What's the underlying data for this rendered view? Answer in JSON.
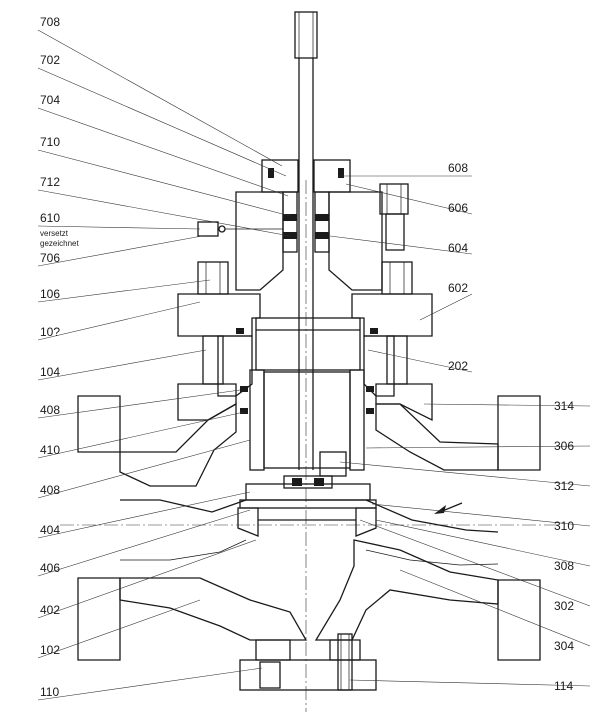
{
  "labels_left": {
    "l708": "708",
    "l702": "702",
    "l704": "704",
    "l710": "710",
    "l712": "712",
    "l610": "610",
    "l_versetzt": "versetzt",
    "l_gezeichnet": "gezeichnet",
    "l706": "706",
    "l106": "106",
    "l10x": "10?",
    "l104": "104",
    "l408a": "408",
    "l410": "410",
    "l408b": "408",
    "l404": "404",
    "l406": "406",
    "l402": "402",
    "l102": "102",
    "l110": "110"
  },
  "labels_right": {
    "r608": "608",
    "r606": "606",
    "r604": "604",
    "r602": "602",
    "r202": "202",
    "r314": "314",
    "r306": "306",
    "r312": "312",
    "r310": "310",
    "r308": "308",
    "r302": "302",
    "r304": "304",
    "r114": "114"
  }
}
